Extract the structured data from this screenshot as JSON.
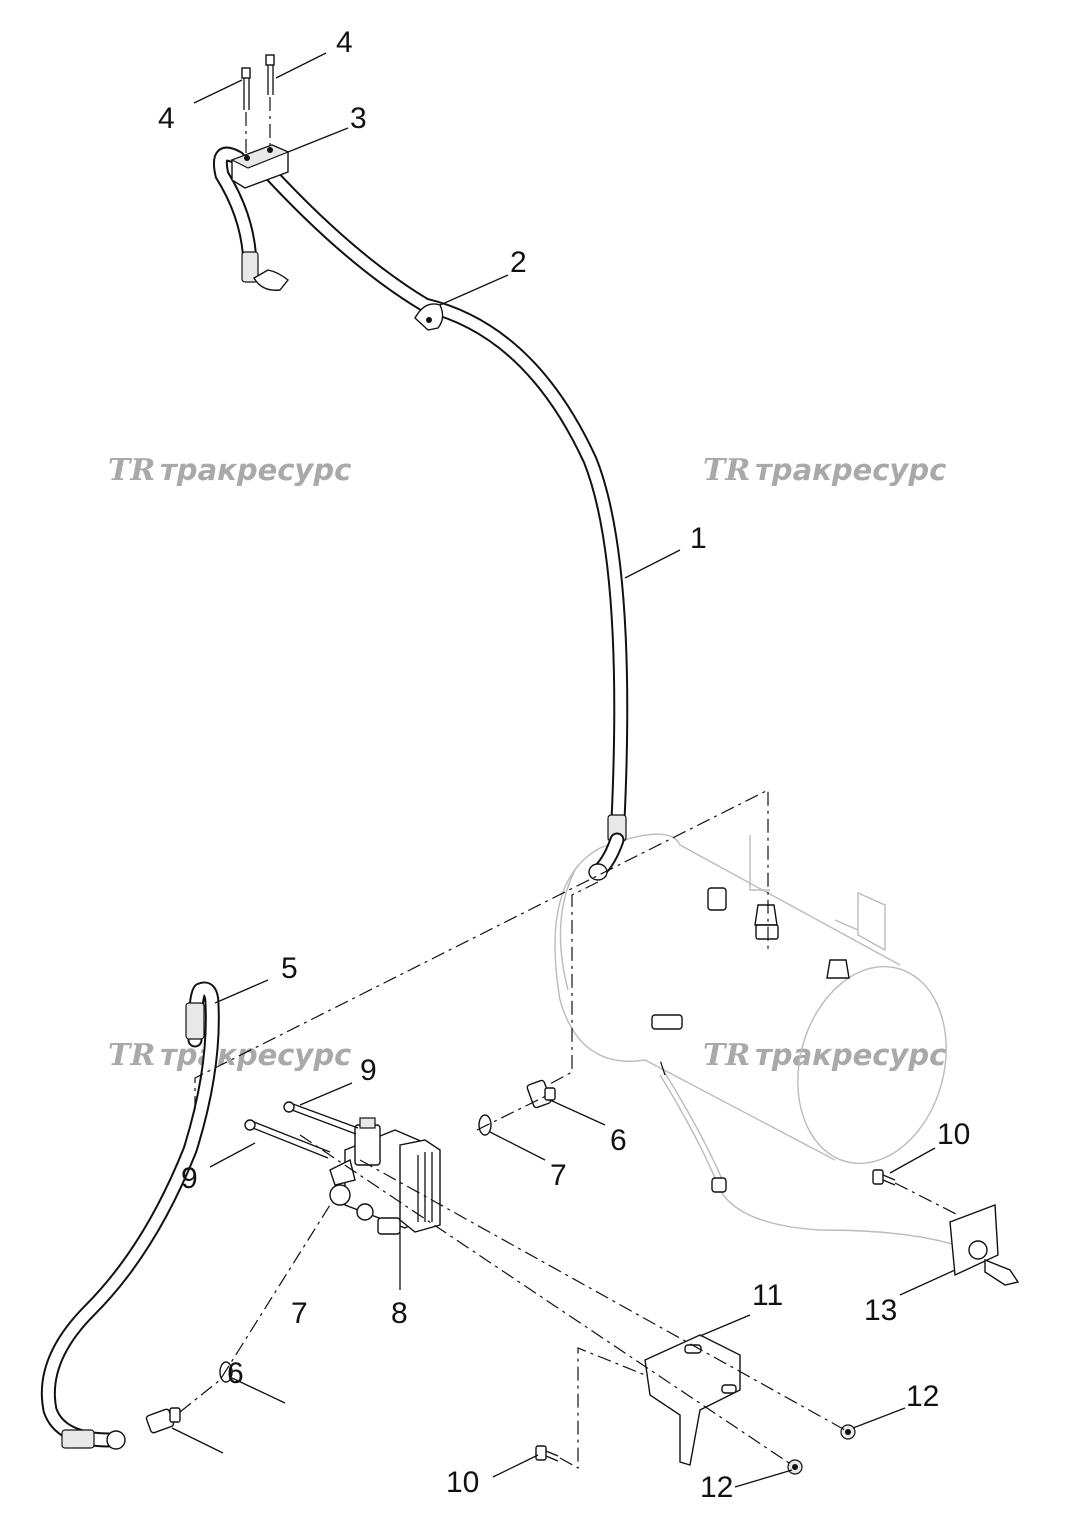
{
  "watermark": {
    "logo": "TR",
    "text": "тракресурс"
  },
  "callouts": [
    {
      "id": "c4a",
      "label": "4"
    },
    {
      "id": "c4b",
      "label": "4"
    },
    {
      "id": "c3",
      "label": "3"
    },
    {
      "id": "c2",
      "label": "2"
    },
    {
      "id": "c1",
      "label": "1"
    },
    {
      "id": "c5",
      "label": "5"
    },
    {
      "id": "c9a",
      "label": "9"
    },
    {
      "id": "c9b",
      "label": "9"
    },
    {
      "id": "c6a",
      "label": "6"
    },
    {
      "id": "c7a",
      "label": "7"
    },
    {
      "id": "c10a",
      "label": "10"
    },
    {
      "id": "c8",
      "label": "8"
    },
    {
      "id": "c7b",
      "label": "7"
    },
    {
      "id": "c6b",
      "label": "6"
    },
    {
      "id": "c11",
      "label": "11"
    },
    {
      "id": "c13",
      "label": "13"
    },
    {
      "id": "c12a",
      "label": "12"
    },
    {
      "id": "c10b",
      "label": "10"
    },
    {
      "id": "c12b",
      "label": "12"
    }
  ]
}
